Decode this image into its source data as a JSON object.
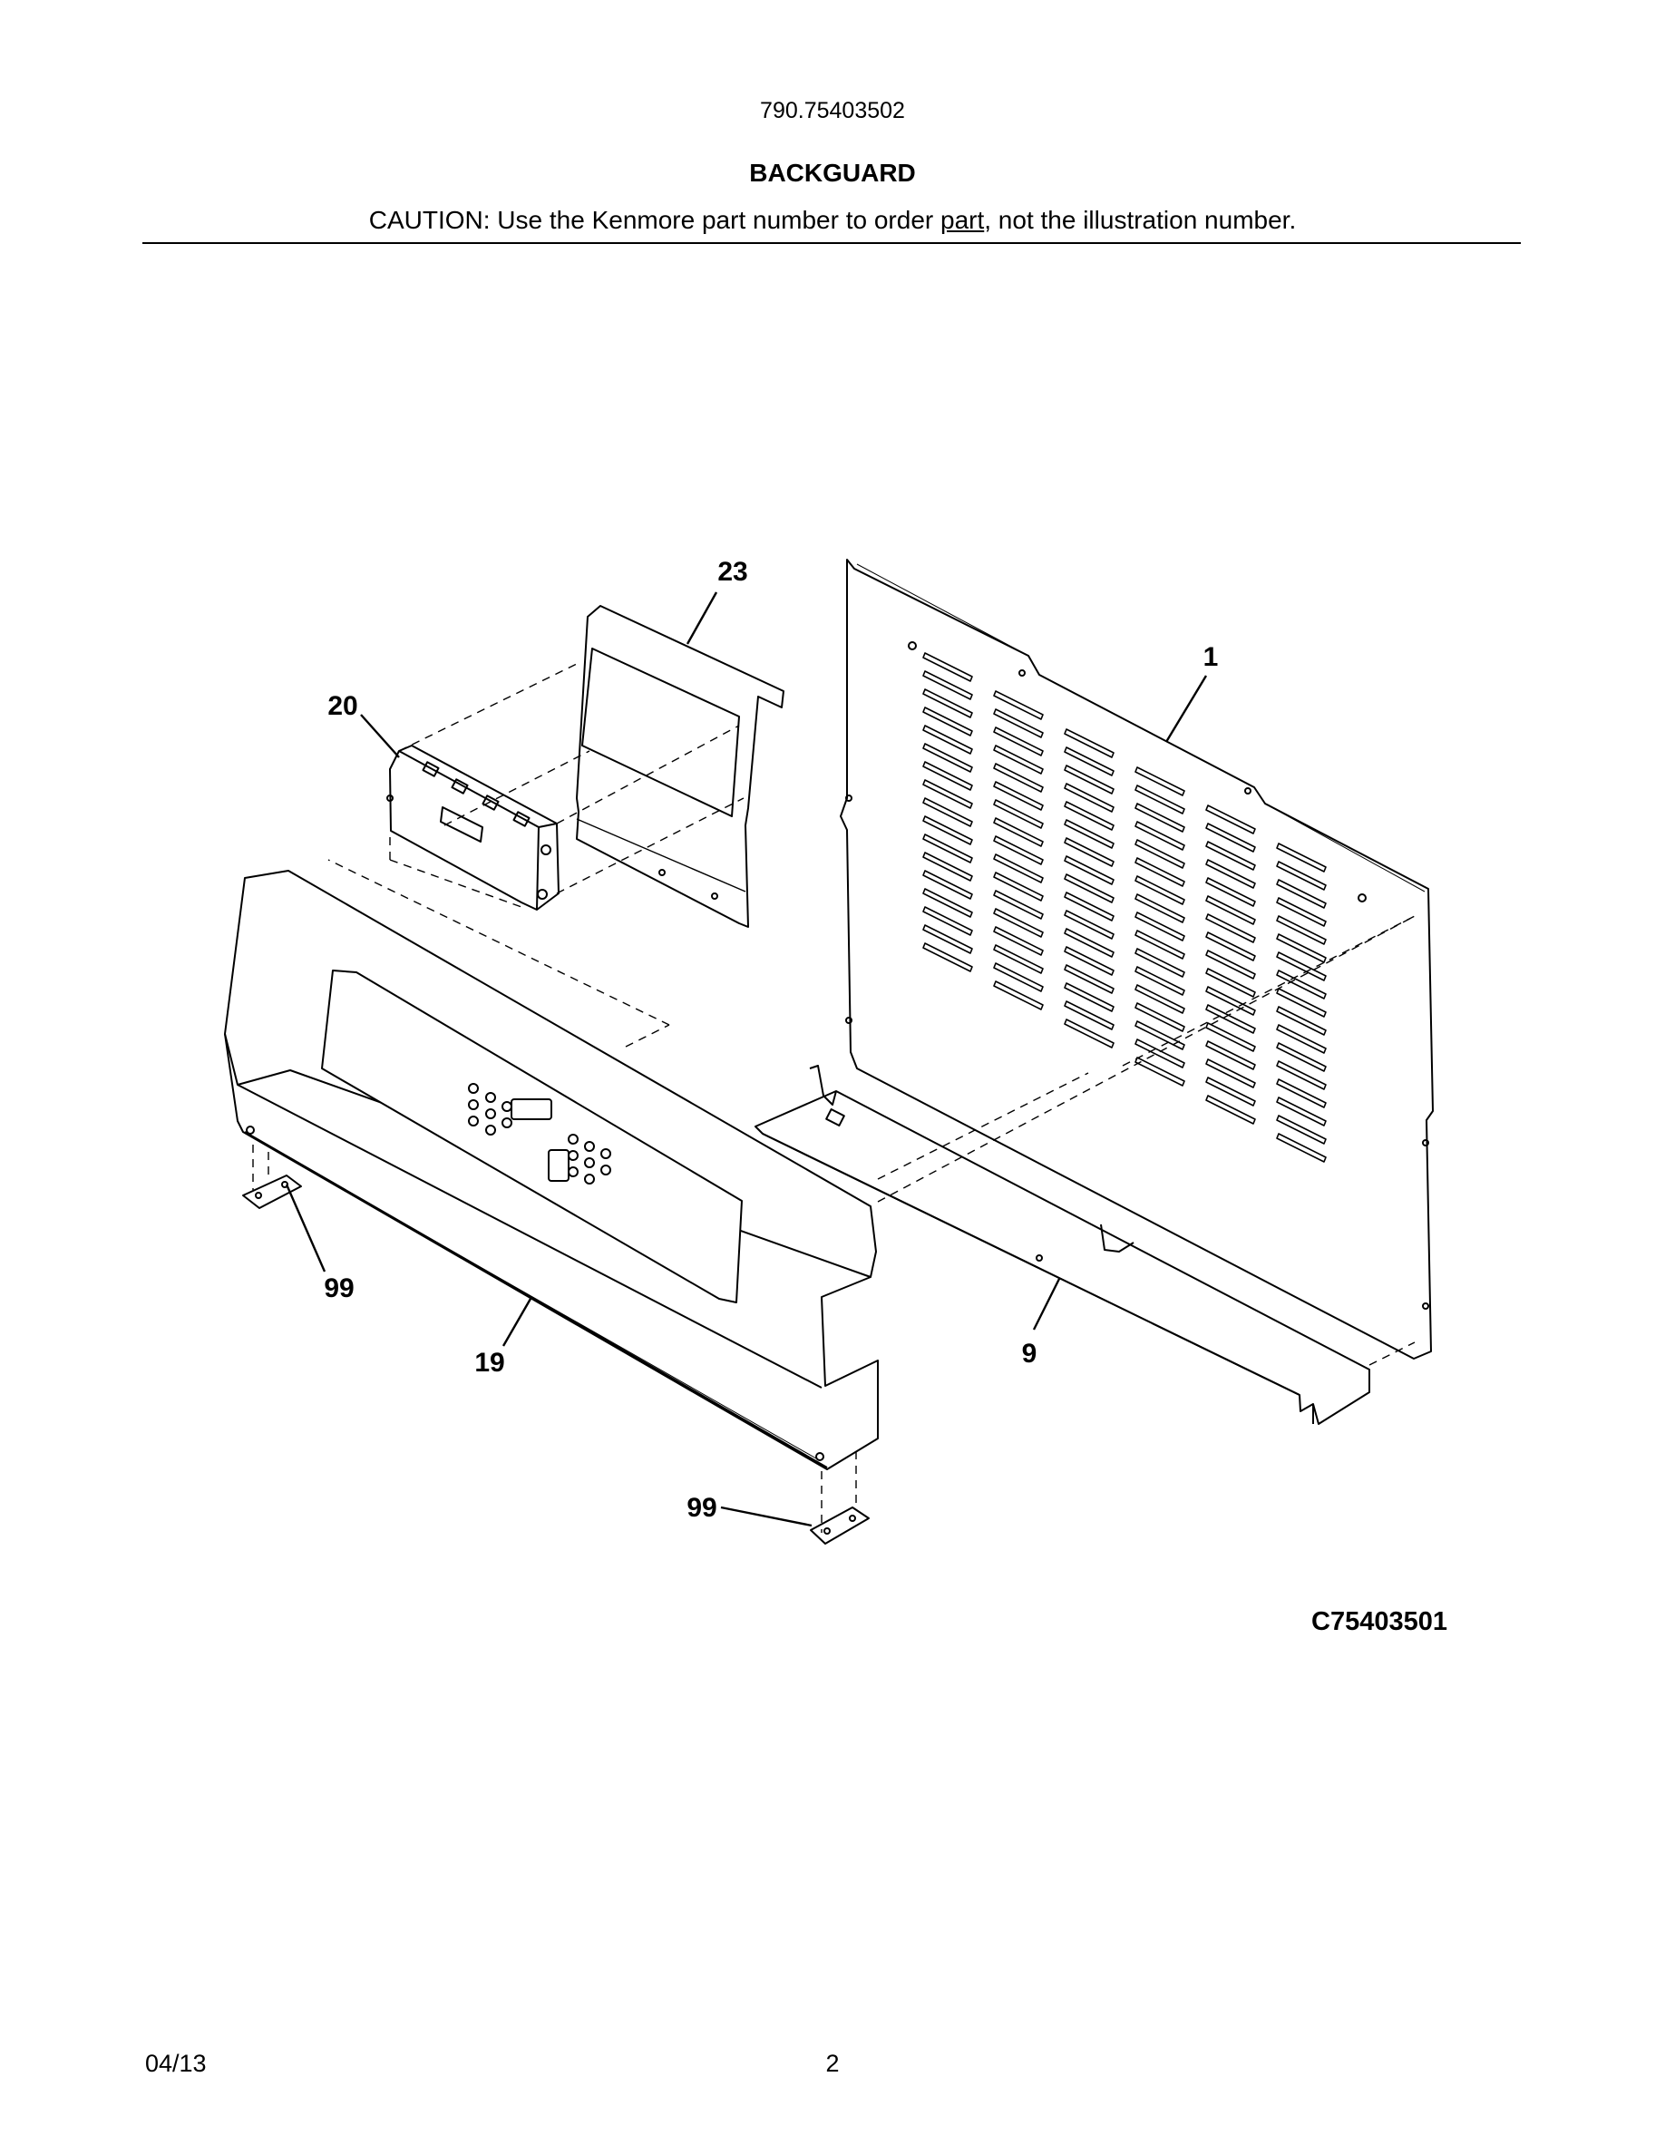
{
  "header": {
    "model_number": "790.75403502",
    "title": "BACKGUARD",
    "caution_before": "CAUTION: Use the Kenmore part number to order ",
    "caution_underlined": "part",
    "caution_after": ", not the illustration number."
  },
  "diagram": {
    "callouts": {
      "part_1": "1",
      "part_9": "9",
      "part_19": "19",
      "part_20": "20",
      "part_23": "23",
      "part_99_left": "99",
      "part_99_bottom": "99"
    },
    "figure_code": "C75403501"
  },
  "footer": {
    "date": "04/13",
    "page_number": "2"
  }
}
